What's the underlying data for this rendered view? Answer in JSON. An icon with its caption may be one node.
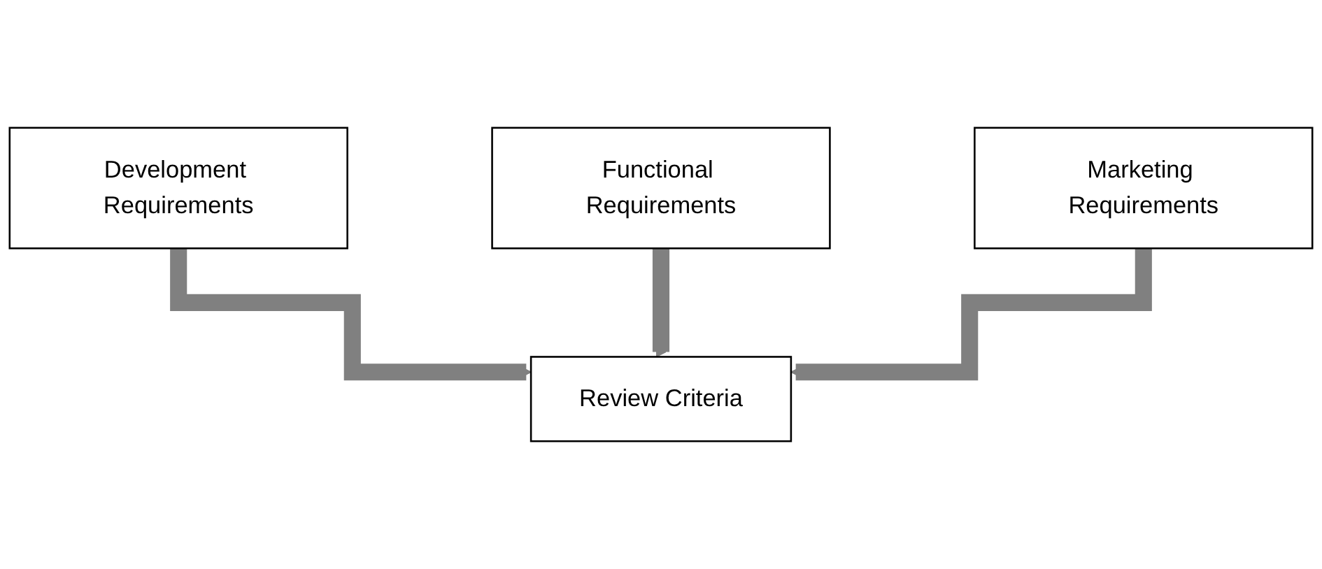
{
  "diagram": {
    "nodes": [
      {
        "text": [
          "Development Requirements"
        ]
      },
      {
        "text": [
          "Functional Requirements"
        ]
      },
      {
        "text": [
          "Marketing Requirements"
        ]
      },
      {
        "text": [
          "Review Criteria"
        ]
      }
    ],
    "edges": [
      {
        "from": 0,
        "to": 3,
        "arrow": "to"
      },
      {
        "from": 1,
        "to": 3,
        "arrow": "to"
      },
      {
        "from": 2,
        "to": 3,
        "arrow": "to"
      }
    ]
  }
}
